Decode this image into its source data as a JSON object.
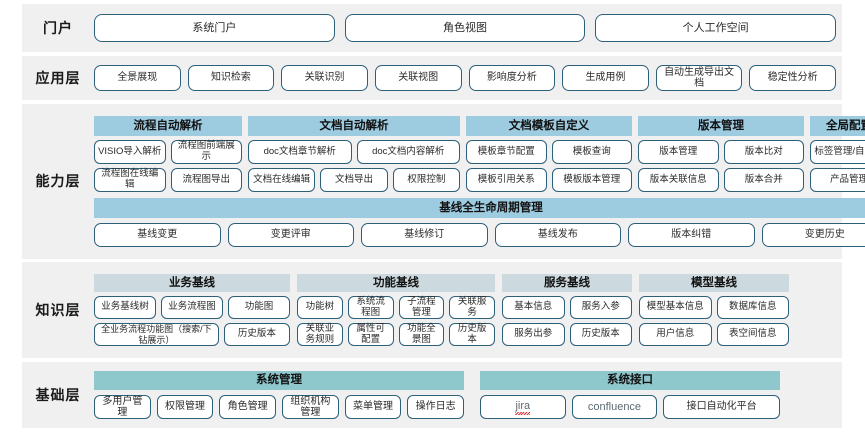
{
  "colors": {
    "row_bg": "#f0f0f0",
    "pill_border": "#2c5f79",
    "capability_header": "#9dcbdf",
    "knowledge_header": "#ccd9de",
    "base_header": "#8ec8cd",
    "page_bg": "#ffffff"
  },
  "layers": {
    "portal": {
      "label": "门户",
      "items": [
        "系统门户",
        "角色视图",
        "个人工作空间"
      ]
    },
    "application": {
      "label": "应用层",
      "items": [
        "全景展现",
        "知识检索",
        "关联识别",
        "关联视图",
        "影响度分析",
        "生成用例",
        "自动生成导出文档",
        "稳定性分析"
      ]
    },
    "capability": {
      "label": "能力层",
      "groups": [
        {
          "title": "流程自动解析",
          "rows": [
            [
              "VISIO导入解析",
              "流程图前端展示"
            ],
            [
              "流程图在线编辑",
              "流程图导出"
            ]
          ]
        },
        {
          "title": "文档自动解析",
          "rows": [
            [
              "doc文档章节解析",
              "doc文档内容解析"
            ],
            [
              "文档在线编辑",
              "文档导出",
              "权限控制"
            ]
          ]
        },
        {
          "title": "文档模板自定义",
          "rows": [
            [
              "模板章节配置",
              "模板查询"
            ],
            [
              "模板引用关系",
              "模板版本管理"
            ]
          ]
        },
        {
          "title": "版本管理",
          "rows": [
            [
              "版本管理",
              "版本比对"
            ],
            [
              "版本关联信息",
              "版本合并"
            ]
          ]
        },
        {
          "title": "全局配置",
          "rows": [
            [
              "标签管理/自定义"
            ],
            [
              "产品管理"
            ]
          ]
        }
      ],
      "baseline": {
        "title": "基线全生命周期管理",
        "items": [
          "基线变更",
          "变更评审",
          "基线修订",
          "基线发布",
          "版本纠错",
          "变更历史"
        ]
      }
    },
    "knowledge": {
      "label": "知识层",
      "groups": [
        {
          "title": "业务基线",
          "rows": [
            [
              "业务基线树",
              "业务流程图",
              "功能图"
            ],
            [
              "全业务流程功能图（搜索/下钻展示）",
              "历史版本"
            ]
          ]
        },
        {
          "title": "功能基线",
          "rows": [
            [
              "功能树",
              "系统流程图",
              "子流程管理",
              "关联服务"
            ],
            [
              "关联业务规则",
              "属性可配置",
              "功能全景图",
              "历史版本"
            ]
          ]
        },
        {
          "title": "服务基线",
          "rows": [
            [
              "基本信息",
              "服务入参"
            ],
            [
              "服务出参",
              "历史版本"
            ]
          ]
        },
        {
          "title": "模型基线",
          "rows": [
            [
              "模型基本信息",
              "数据库信息"
            ],
            [
              "用户信息",
              "表空间信息"
            ]
          ]
        }
      ]
    },
    "base": {
      "label": "基础层",
      "groups": [
        {
          "title": "系统管理",
          "items": [
            "多用户管理",
            "权限管理",
            "角色管理",
            "组织机构管理",
            "菜单管理",
            "操作日志"
          ]
        },
        {
          "title": "系统接口",
          "items": [
            "jira",
            "confluence",
            "接口自动化平台"
          ]
        }
      ]
    }
  }
}
